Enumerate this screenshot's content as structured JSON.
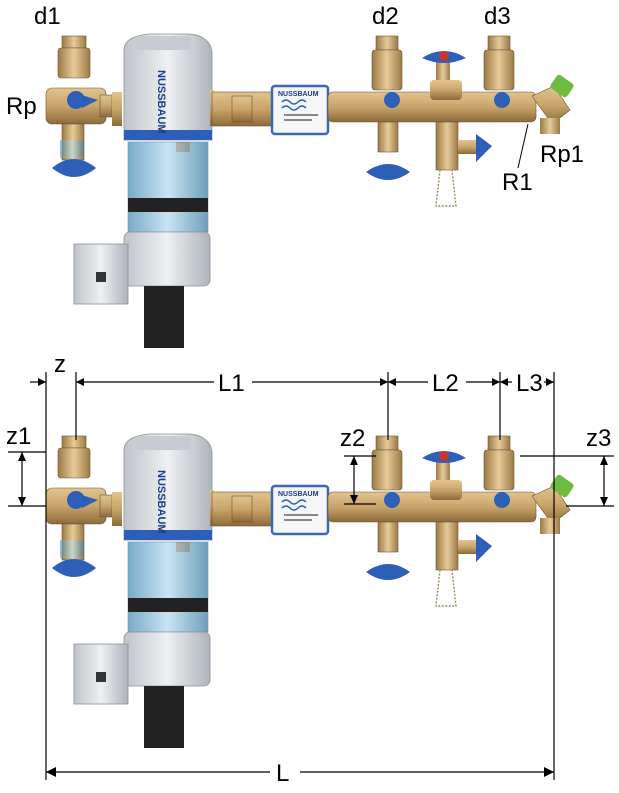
{
  "top_labels": {
    "d1": "d1",
    "d2": "d2",
    "d3": "d3",
    "rp": "Rp",
    "rp1": "Rp1",
    "r1": "R1"
  },
  "dimensions": {
    "z": "z",
    "l1": "L1",
    "l2": "L2",
    "l3": "L3",
    "z1": "z1",
    "z2": "z2",
    "z3": "z3",
    "l": "L"
  },
  "brand": {
    "filter": "NUSSBAUM",
    "meter": "NUSSBAUM"
  },
  "colors": {
    "brass": "#c9a46a",
    "brass_dark": "#9c7a45",
    "handle_blue": "#2e5fb8",
    "valve_red": "#c8362c",
    "filter_gray": "#d9dde2",
    "bowl_blue": "#7fb7d8",
    "green_cap": "#6dbb3f",
    "line": "#000000"
  }
}
